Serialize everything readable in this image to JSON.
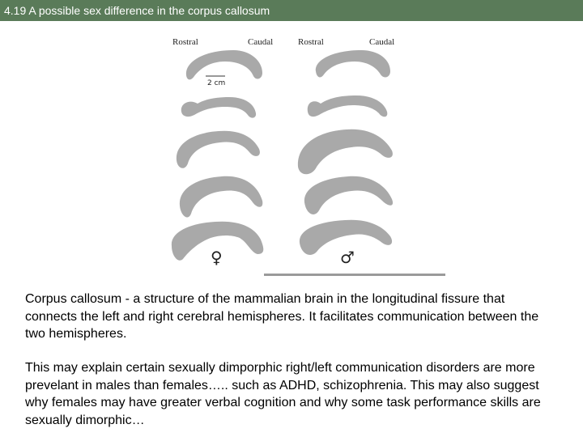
{
  "slide": {
    "title": "4.19  A possible sex difference in the corpus callosum"
  },
  "figure": {
    "labels": {
      "rostral_left": "Rostral",
      "caudal_left": "Caudal",
      "rostral_right": "Rostral",
      "caudal_right": "Caudal",
      "scale": "2 cm",
      "female_symbol": "♀",
      "male_symbol": "♂"
    },
    "shape_color": "#a9a9a9",
    "female_column_count": 5,
    "male_column_count": 5
  },
  "body": {
    "paragraph1": "Corpus callosum - a structure of the mammalian brain in the longitudinal fissure that connects the left and right cerebral hemispheres. It facilitates communication between the two hemispheres.",
    "paragraph2": "This may explain certain sexually dimporphic right/left communication disorders are more prevelant in males than females….. such as ADHD, schizophrenia. This may also suggest why females may have greater verbal cognition and why some task performance skills are sexually dimorphic…"
  }
}
